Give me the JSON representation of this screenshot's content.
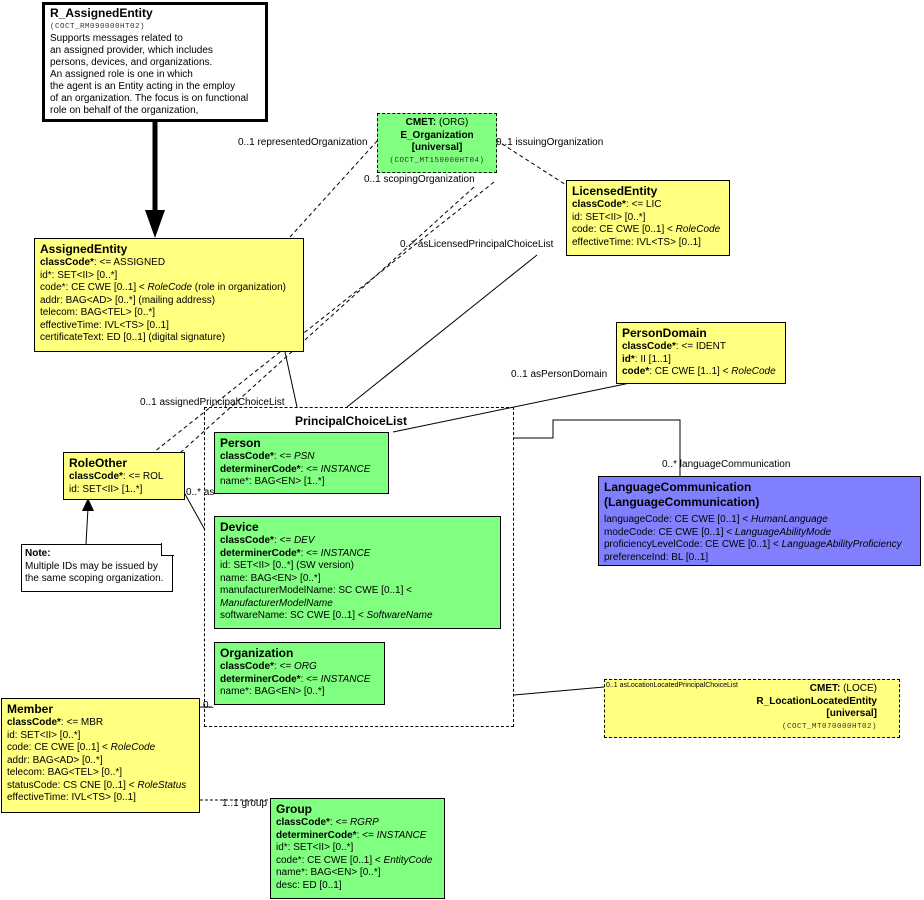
{
  "header": {
    "title": "R_AssignedEntity",
    "code": "(COCT_RM090000HT02)",
    "desc": [
      "Supports messages related to",
      "an assigned provider, which includes",
      "persons, devices, and organizations.",
      "An assigned role is one in which",
      "the agent is an Entity acting in the employ",
      "of an organization.  The focus is on functional",
      "role on behalf of the organization,"
    ]
  },
  "cmet_org": {
    "l1a": "CMET:",
    "l1b": " (ORG)",
    "l2": "E_Organization",
    "l3": "[universal]",
    "l4": "(COCT_MT150000HT04)"
  },
  "assigned": {
    "title": "AssignedEntity",
    "r1a": "classCode*",
    "r1b": ": <= ASSIGNED",
    "r2": "id*: SET<II> [0..*]",
    "r3a": "code*: CE CWE [0..1] < ",
    "r3b": "RoleCode",
    "r3c": " (role in organization)",
    "r4": "addr: BAG<AD> [0..*] (mailing address)",
    "r5": "telecom: BAG<TEL> [0..*]",
    "r6": "effectiveTime: IVL<TS> [0..1]",
    "r7": "certificateText: ED [0..1] (digital signature)"
  },
  "licensed": {
    "title": "LicensedEntity",
    "r1a": "classCode*",
    "r1b": ": <= LIC",
    "r2": "id: SET<II> [0..*]",
    "r3a": "code: CE CWE [0..1] < ",
    "r3b": "RoleCode",
    "r4": "effectiveTime: IVL<TS> [0..1]"
  },
  "persondomain": {
    "title": "PersonDomain",
    "r1a": "classCode*",
    "r1b": ": <= IDENT",
    "r2a": "id*",
    "r2b": ": II [1..1]",
    "r3a": "code*",
    "r3b": ": CE CWE [1..1] < ",
    "r3c": "RoleCode"
  },
  "roleother": {
    "title": "RoleOther",
    "r1a": "classCode*",
    "r1b": ": <= ROL",
    "r2": "id: SET<II> [1..*]"
  },
  "note": {
    "title": "Note:",
    "l1": "Multiple IDs may be issued by",
    "l2": "the same scoping organization."
  },
  "choice": {
    "title": "PrincipalChoiceList"
  },
  "person": {
    "title": "Person",
    "r1a": "classCode*",
    "r1b": ": <= ",
    "r1c": "PSN",
    "r2a": "determinerCode*",
    "r2b": ": <= ",
    "r2c": "INSTANCE",
    "r3": "name*: BAG<EN> [1..*]"
  },
  "device": {
    "title": "Device",
    "r1a": "classCode*",
    "r1b": ": <= ",
    "r1c": "DEV",
    "r2a": "determinerCode*",
    "r2b": ": <= ",
    "r2c": "INSTANCE",
    "r3": "id: SET<II> [0..*] (SW version)",
    "r4": "name: BAG<EN> [0..*]",
    "r5": "manufacturerModelName: SC CWE [0..1] <",
    "r6": "ManufacturerModelName",
    "r7a": "softwareName: SC CWE [0..1] < ",
    "r7b": "SoftwareName"
  },
  "organization": {
    "title": "Organization",
    "r1a": "classCode*",
    "r1b": ": <= ",
    "r1c": "ORG",
    "r2a": "determinerCode*",
    "r2b": ": <= ",
    "r2c": "INSTANCE",
    "r3": "name*: BAG<EN> [0..*]"
  },
  "langcomm": {
    "title1": "LanguageCommunication",
    "title2": "(LanguageCommunication)",
    "r1a": "languageCode: CE CWE [0..1] < ",
    "r1b": "HumanLanguage",
    "r2a": "modeCode: CE CWE [0..1] < ",
    "r2b": "LanguageAbilityMode",
    "r3a": "proficiencyLevelCode: CE CWE [0..1] < ",
    "r3b": "LanguageAbilityProficiency",
    "r4": "preferenceInd: BL [0..1]"
  },
  "cmet_loce": {
    "l1a": "CMET:",
    "l1b": " (LOCE)",
    "l2": "R_LocationLocatedEntity",
    "l3": "[universal]",
    "l4": "(COCT_MT070000HT02)"
  },
  "member": {
    "title": "Member",
    "r1a": "classCode*",
    "r1b": ": <= MBR",
    "r2": "id: SET<II> [0..*]",
    "r3a": "code: CE CWE [0..1] < ",
    "r3b": "RoleCode",
    "r4": "addr: BAG<AD> [0..*]",
    "r5": "telecom: BAG<TEL> [0..*]",
    "r6a": "statusCode: CS CNE [0..1] < ",
    "r6b": "RoleStatus",
    "r7": "effectiveTime: IVL<TS> [0..1]"
  },
  "group": {
    "title": "Group",
    "r1a": "classCode*",
    "r1b": ": <= ",
    "r1c": "RGRP",
    "r2a": "determinerCode*",
    "r2b": ": <= ",
    "r2c": "INSTANCE",
    "r3": "id*: SET<II> [0..*]",
    "r4a": "code*: CE CWE [0..1] < ",
    "r4b": "EntityCode",
    "r5": "name*: BAG<EN> [0..*]",
    "r6": "desc: ED [0..1]"
  },
  "labels": {
    "represented": "0..1 representedOrganization",
    "issuing": "0..1 issuingOrganization",
    "scoping": "0..1 scopingOrganization",
    "aslicensed": "0..* asLicensedPrincipalChoiceList",
    "asperson": "0..1 asPersonDomain",
    "assignedpcl": "0..1 assignedPrincipalChoiceList",
    "as": "0..* as",
    "langcomm": "0..* languageCommunication",
    "asloc": "0..1 asLocationLocatedPrincipalChoiceList",
    "dots": "0..",
    "group": "1..1 group"
  }
}
